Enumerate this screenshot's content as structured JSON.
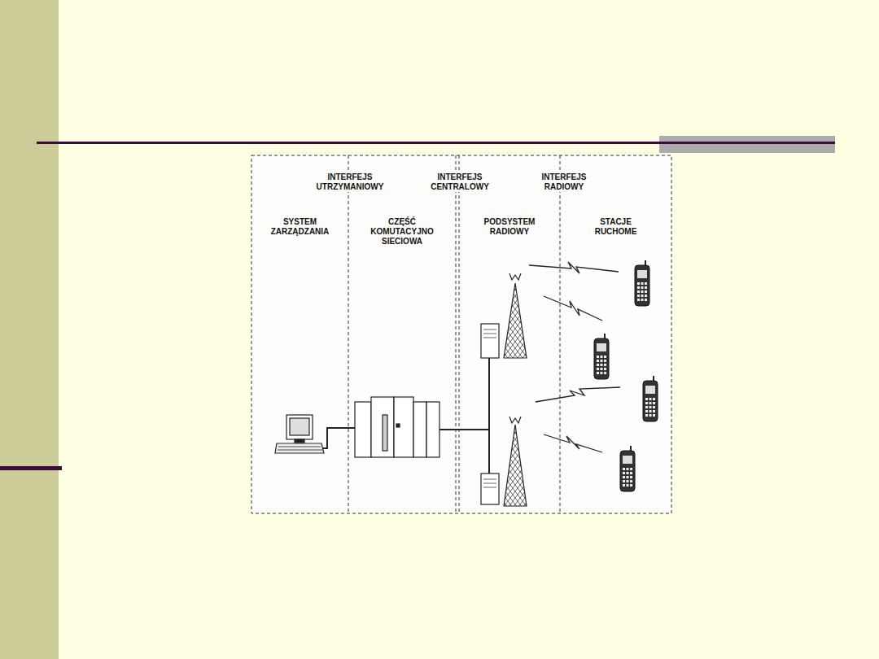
{
  "diagram": {
    "nodes": [
      {
        "text": [
          "SYSTEM ZARZĄDZANIA"
        ]
      },
      {
        "text": [
          "CZĘŚĆ KOMUTACYJNO SIECIOWA"
        ]
      },
      {
        "text": [
          "PODSYSTEM RADIOWY"
        ]
      },
      {
        "text": [
          "STACJE RUCHOME"
        ]
      }
    ],
    "labels": [
      "INTERFEJS UTRZYMANIOWY",
      "INTERFEJS CENTRALOWY",
      "INTERFEJS RADIOWY"
    ]
  }
}
